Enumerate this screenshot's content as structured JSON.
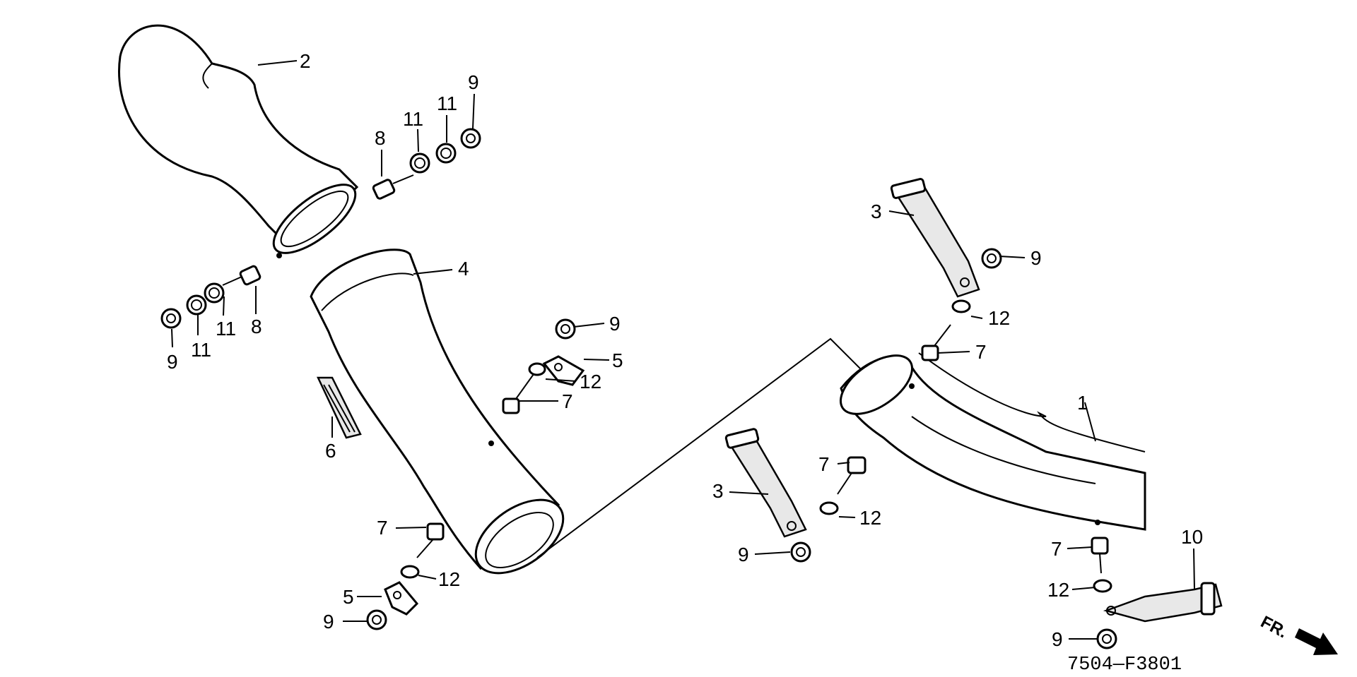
{
  "diagram": {
    "code": "7504—F3801",
    "direction": "FR.",
    "callouts": [
      {
        "id": "c2",
        "text": "2"
      },
      {
        "id": "c4",
        "text": "4"
      },
      {
        "id": "c8a",
        "text": "8"
      },
      {
        "id": "c11a",
        "text": "11"
      },
      {
        "id": "c11b",
        "text": "11"
      },
      {
        "id": "c9a",
        "text": "9"
      },
      {
        "id": "c8b",
        "text": "8"
      },
      {
        "id": "c11c",
        "text": "11"
      },
      {
        "id": "c11d",
        "text": "11"
      },
      {
        "id": "c9b",
        "text": "9"
      },
      {
        "id": "c6",
        "text": "6"
      },
      {
        "id": "c9c",
        "text": "9"
      },
      {
        "id": "c5a",
        "text": "5"
      },
      {
        "id": "c12a",
        "text": "12"
      },
      {
        "id": "c7a",
        "text": "7"
      },
      {
        "id": "c7b",
        "text": "7"
      },
      {
        "id": "c12b",
        "text": "12"
      },
      {
        "id": "c5b",
        "text": "5"
      },
      {
        "id": "c9d",
        "text": "9"
      },
      {
        "id": "c3a",
        "text": "3"
      },
      {
        "id": "c9e",
        "text": "9"
      },
      {
        "id": "c12c",
        "text": "12"
      },
      {
        "id": "c7c",
        "text": "7"
      },
      {
        "id": "c1",
        "text": "1"
      },
      {
        "id": "c7d",
        "text": "7"
      },
      {
        "id": "c3b",
        "text": "3"
      },
      {
        "id": "c12d",
        "text": "12"
      },
      {
        "id": "c9f",
        "text": "9"
      },
      {
        "id": "c10",
        "text": "10"
      },
      {
        "id": "c7e",
        "text": "7"
      },
      {
        "id": "c12e",
        "text": "12"
      },
      {
        "id": "c9g",
        "text": "9"
      }
    ]
  }
}
